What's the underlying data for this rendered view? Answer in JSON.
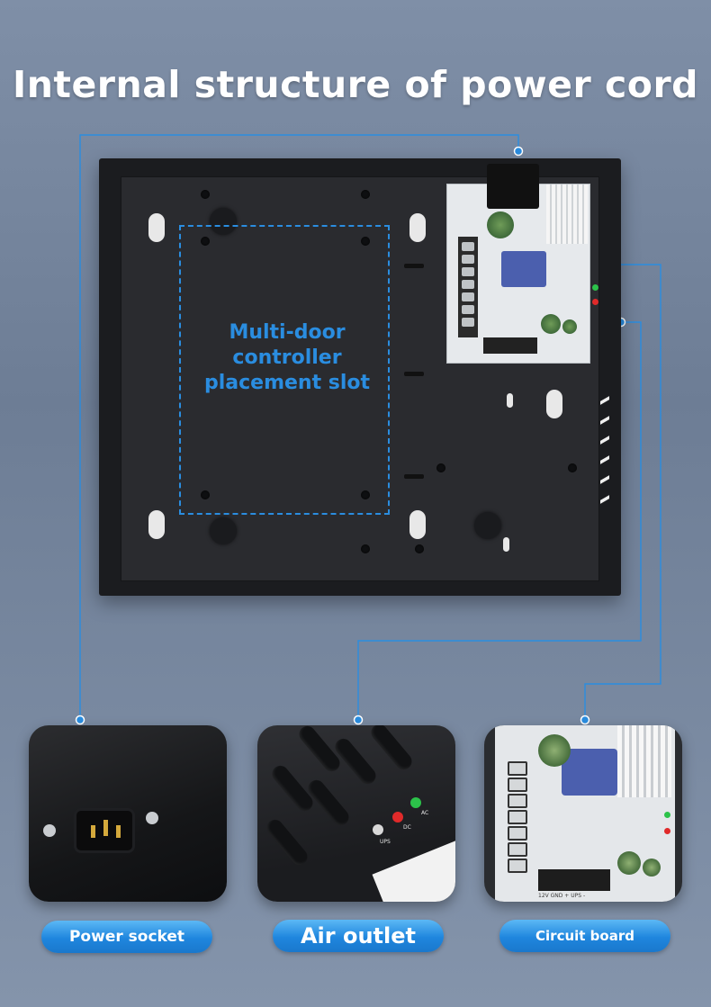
{
  "title": "Internal structure of power cord",
  "placement_slot": {
    "label": "Multi-door controller placement slot"
  },
  "cards": {
    "power_socket": {
      "label": "Power socket"
    },
    "air_outlet": {
      "label": "Air outlet",
      "indicators": [
        "UPS",
        "DC",
        "AC"
      ]
    },
    "circuit_board": {
      "label": "Circuit board",
      "board_text": "12V GND + UPS -"
    }
  },
  "colors": {
    "accent": "#2a8de0",
    "pill_top": "#5cb8f5",
    "pill_bottom": "#1a78cc",
    "background": "#7f8fa7"
  }
}
